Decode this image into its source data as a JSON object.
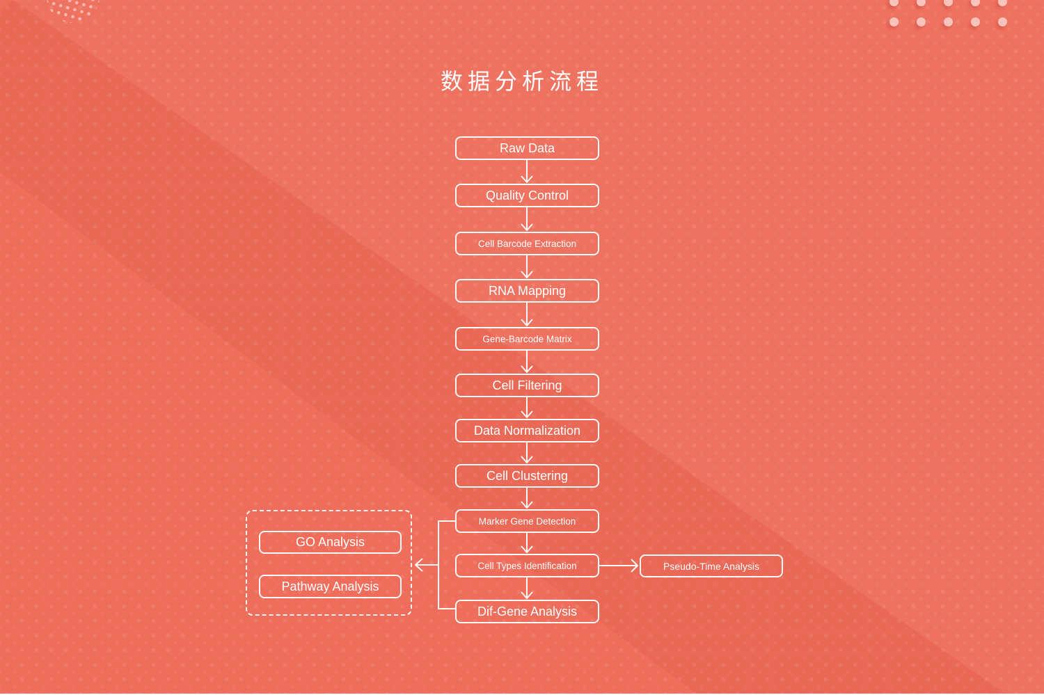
{
  "title": "数据分析流程",
  "flow": {
    "nodes": [
      {
        "label": "Raw Data"
      },
      {
        "label": "Quality Control"
      },
      {
        "label": "Cell Barcode Extraction"
      },
      {
        "label": "RNA Mapping"
      },
      {
        "label": "Gene-Barcode Matrix"
      },
      {
        "label": "Cell Filtering"
      },
      {
        "label": "Data Normalization"
      },
      {
        "label": "Cell Clustering"
      },
      {
        "label": "Marker Gene Detection"
      },
      {
        "label": "Cell Types Identification"
      },
      {
        "label": "Dif-Gene Analysis"
      }
    ],
    "enrichment_group": {
      "nodes": [
        {
          "label": "GO Analysis"
        },
        {
          "label": "Pathway Analysis"
        }
      ]
    },
    "pseudotime_node": {
      "label": "Pseudo-Time Analysis"
    }
  },
  "colors": {
    "background": "#ee6d5b",
    "node_border": "#ffffff",
    "node_text": "#ffffff",
    "accent_dot": "#f9c3bb"
  }
}
